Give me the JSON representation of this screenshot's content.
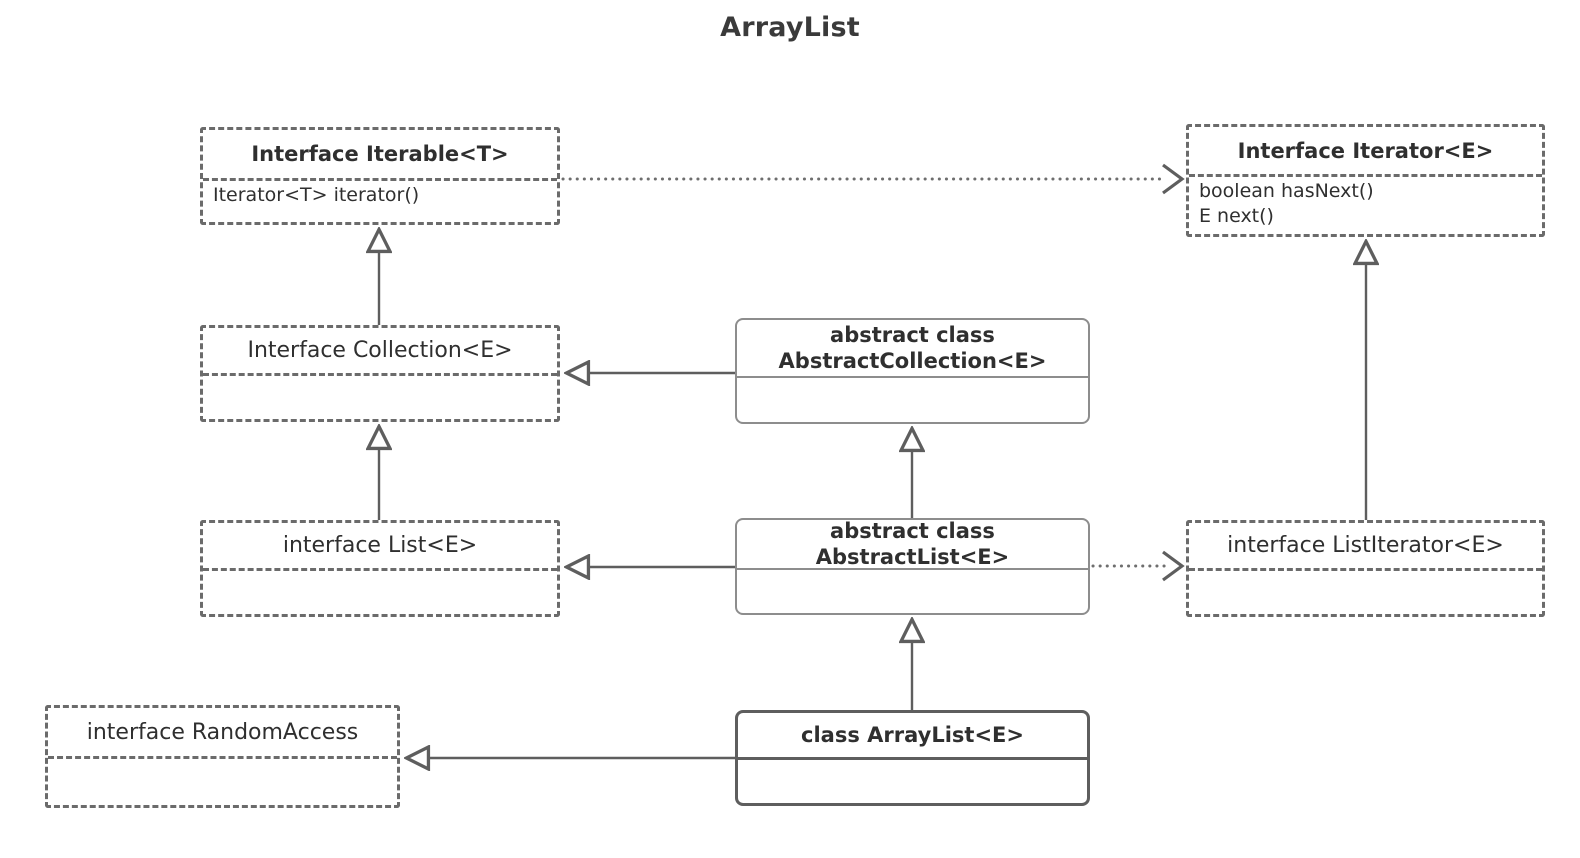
{
  "title": "ArrayList",
  "theme": {
    "background": "#ffffff",
    "title_color": "#3a3a3a",
    "interface_border": "#6b6b6b",
    "abstract_border": "#8d8d8d",
    "class_border": "#5e5e5e",
    "text_color": "#2f2f2f",
    "edge_color": "#5e5e5e"
  },
  "nodes": {
    "iterable": {
      "header": "Interface Iterable<T>",
      "members": "Iterator<T> iterator()",
      "kind": "interface"
    },
    "iterator": {
      "header": "Interface Iterator<E>",
      "members": "boolean hasNext()\nE next()",
      "kind": "interface"
    },
    "collection": {
      "header": "Interface Collection<E>",
      "members": "",
      "kind": "interface"
    },
    "list": {
      "header": "interface List<E>",
      "members": "",
      "kind": "interface"
    },
    "random_access": {
      "header": "interface RandomAccess",
      "members": "",
      "kind": "interface"
    },
    "list_iterator": {
      "header": "interface ListIterator<E>",
      "members": "",
      "kind": "interface"
    },
    "abstract_collection": {
      "header": "abstract class\nAbstractCollection<E>",
      "members": "",
      "kind": "abstract-class"
    },
    "abstract_list": {
      "header": "abstract class\nAbstractList<E>",
      "members": "",
      "kind": "abstract-class"
    },
    "arraylist": {
      "header": "class ArrayList<E>",
      "members": "",
      "kind": "class"
    }
  },
  "edges": [
    {
      "from": "collection",
      "to": "iterable",
      "style": "solid",
      "arrow": "hollow-triangle",
      "relation": "extends"
    },
    {
      "from": "list",
      "to": "collection",
      "style": "solid",
      "arrow": "hollow-triangle",
      "relation": "extends"
    },
    {
      "from": "abstract_collection",
      "to": "collection",
      "style": "solid",
      "arrow": "hollow-triangle",
      "relation": "implements"
    },
    {
      "from": "abstract_list",
      "to": "list",
      "style": "solid",
      "arrow": "hollow-triangle",
      "relation": "implements"
    },
    {
      "from": "abstract_list",
      "to": "abstract_collection",
      "style": "solid",
      "arrow": "hollow-triangle",
      "relation": "extends"
    },
    {
      "from": "arraylist",
      "to": "abstract_list",
      "style": "solid",
      "arrow": "hollow-triangle",
      "relation": "extends"
    },
    {
      "from": "arraylist",
      "to": "random_access",
      "style": "solid",
      "arrow": "hollow-triangle",
      "relation": "implements"
    },
    {
      "from": "list_iterator",
      "to": "iterator",
      "style": "solid",
      "arrow": "hollow-triangle",
      "relation": "extends"
    },
    {
      "from": "iterable",
      "to": "iterator",
      "style": "dotted",
      "arrow": "open-v",
      "relation": "uses"
    },
    {
      "from": "abstract_list",
      "to": "list_iterator",
      "style": "dotted",
      "arrow": "open-v",
      "relation": "uses"
    }
  ]
}
